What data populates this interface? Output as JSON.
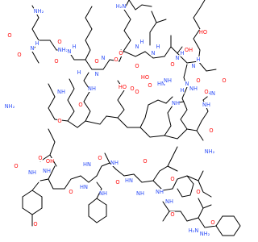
{
  "colors": {
    "background": "#ffffff",
    "bond": "#000000",
    "oxygen": "#ff0d0d",
    "nitrogen": "#3050f8",
    "carbon": "#000000"
  },
  "molecule": {
    "atom_labels": [
      {
        "text": "H₂N",
        "el": "N"
      },
      {
        "text": "O",
        "el": "O"
      },
      {
        "text": "HO",
        "el": "O"
      },
      {
        "text": "O",
        "el": "O"
      },
      {
        "text": "NH",
        "el": "N"
      },
      {
        "text": "O",
        "el": "O"
      },
      {
        "text": "NH₂",
        "el": "N"
      },
      {
        "text": "NH",
        "el": "N"
      },
      {
        "text": "O",
        "el": "O"
      },
      {
        "text": "NH",
        "el": "N"
      },
      {
        "text": "HN",
        "el": "N"
      },
      {
        "text": "NH₂",
        "el": "N"
      },
      {
        "text": "NH",
        "el": "N"
      },
      {
        "text": "HN",
        "el": "N"
      },
      {
        "text": "NH",
        "el": "N"
      },
      {
        "text": "O",
        "el": "O"
      },
      {
        "text": "O",
        "el": "O"
      },
      {
        "text": "O",
        "el": "O"
      },
      {
        "text": "NH₂",
        "el": "N"
      },
      {
        "text": "O",
        "el": "O"
      },
      {
        "text": "NH",
        "el": "N"
      },
      {
        "text": "O",
        "el": "O"
      },
      {
        "text": "OH",
        "el": "O"
      },
      {
        "text": "O",
        "el": "O"
      },
      {
        "text": "HO",
        "el": "O"
      },
      {
        "text": "O",
        "el": "O"
      },
      {
        "text": "NH",
        "el": "N"
      },
      {
        "text": "O",
        "el": "O"
      },
      {
        "text": "NH",
        "el": "N"
      },
      {
        "text": "H",
        "el": "N"
      },
      {
        "text": "N",
        "el": "N"
      },
      {
        "text": "O",
        "el": "O"
      },
      {
        "text": "HN",
        "el": "N"
      },
      {
        "text": "O",
        "el": "O"
      },
      {
        "text": "NH",
        "el": "N"
      },
      {
        "text": "O",
        "el": "O"
      },
      {
        "text": "NH₂",
        "el": "N"
      },
      {
        "text": "O",
        "el": "O"
      },
      {
        "text": "HN",
        "el": "N"
      },
      {
        "text": "O",
        "el": "O"
      },
      {
        "text": "NH",
        "el": "N"
      },
      {
        "text": "NH",
        "el": "N"
      },
      {
        "text": "O",
        "el": "O"
      },
      {
        "text": "H₂N",
        "el": "N"
      },
      {
        "text": "NH",
        "el": "N"
      },
      {
        "text": "H",
        "el": "N"
      },
      {
        "text": "N",
        "el": "N"
      },
      {
        "text": "O",
        "el": "O"
      },
      {
        "text": "HN",
        "el": "N"
      },
      {
        "text": "O",
        "el": "O"
      },
      {
        "text": "NH",
        "el": "N"
      },
      {
        "text": "HO",
        "el": "O"
      },
      {
        "text": "O",
        "el": "O"
      },
      {
        "text": "N",
        "el": "N"
      },
      {
        "text": "H",
        "el": "N"
      },
      {
        "text": "OH",
        "el": "O"
      },
      {
        "text": "N",
        "el": "N"
      },
      {
        "text": "H",
        "el": "N"
      },
      {
        "text": "O",
        "el": "O"
      },
      {
        "text": "N",
        "el": "N"
      },
      {
        "text": "H",
        "el": "N"
      },
      {
        "text": "O",
        "el": "O"
      },
      {
        "text": "O",
        "el": "O"
      },
      {
        "text": "N",
        "el": "N"
      },
      {
        "text": "H",
        "el": "N"
      },
      {
        "text": "O",
        "el": "O"
      },
      {
        "text": "N",
        "el": "N"
      },
      {
        "text": "O",
        "el": "O"
      },
      {
        "text": "N",
        "el": "N"
      },
      {
        "text": "H",
        "el": "N"
      },
      {
        "text": "O",
        "el": "O"
      },
      {
        "text": "O",
        "el": "O"
      },
      {
        "text": "N",
        "el": "N"
      },
      {
        "text": "H",
        "el": "N"
      },
      {
        "text": "NH₂",
        "el": "N"
      },
      {
        "text": "O",
        "el": "O"
      }
    ]
  }
}
